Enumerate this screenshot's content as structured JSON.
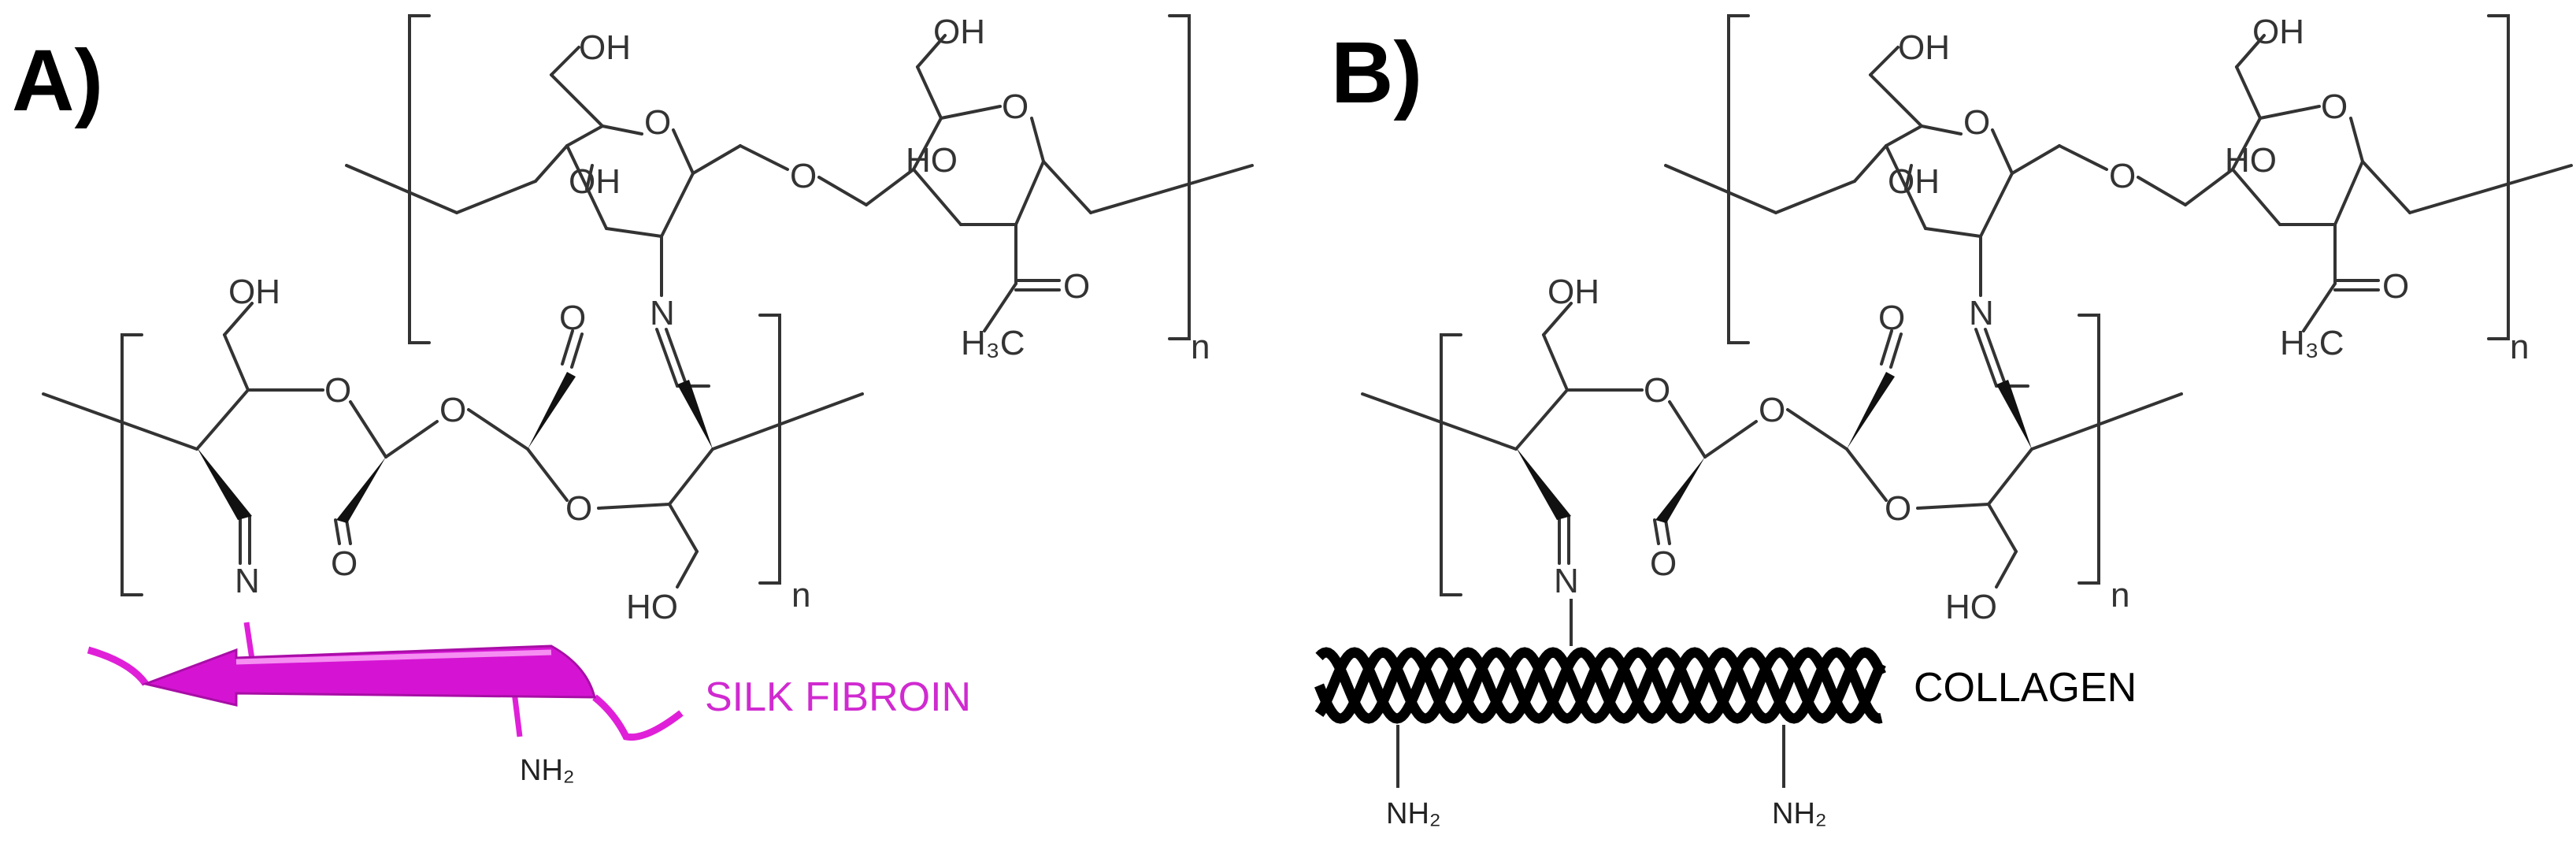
{
  "panels": [
    {
      "label": "A)",
      "top_labels": {
        "oh_top_left": "OH",
        "oh_top_right": "OH",
        "oh_ring": "OH",
        "ho_ring": "HO",
        "ring_o1": "O",
        "ring_o2": "O",
        "bridge_o": "O",
        "acetyl_o": "O",
        "methyl": "H₃C",
        "repeat": "n"
      },
      "bottom_labels": {
        "oh_left": "OH",
        "ester_o1": "O",
        "ester_o2": "O",
        "ring_o": "O",
        "carbonyl_o1": "O",
        "carbonyl_o2": "O",
        "imine_left": "N",
        "imine_right": "N",
        "ho_bottom": "HO",
        "repeat": "n"
      },
      "protein": {
        "name": "SILK FIBROIN",
        "amine": "NH₂",
        "color": "#e020d8"
      }
    },
    {
      "label": "B)",
      "top_labels": {
        "oh_top_left": "OH",
        "oh_top_right": "OH",
        "oh_ring": "OH",
        "ho_ring": "HO",
        "ring_o1": "O",
        "ring_o2": "O",
        "bridge_o": "O",
        "acetyl_o": "O",
        "methyl": "H₃C",
        "repeat": "n"
      },
      "bottom_labels": {
        "oh_left": "OH",
        "ester_o1": "O",
        "ester_o2": "O",
        "ring_o": "O",
        "carbonyl_o1": "O",
        "carbonyl_o2": "O",
        "imine_left": "N",
        "imine_right": "N",
        "ho_bottom": "HO",
        "repeat": "n"
      },
      "protein": {
        "name": "COLLAGEN",
        "amine_left": "NH₂",
        "amine_right": "NH₂",
        "color": "#000000"
      }
    }
  ]
}
